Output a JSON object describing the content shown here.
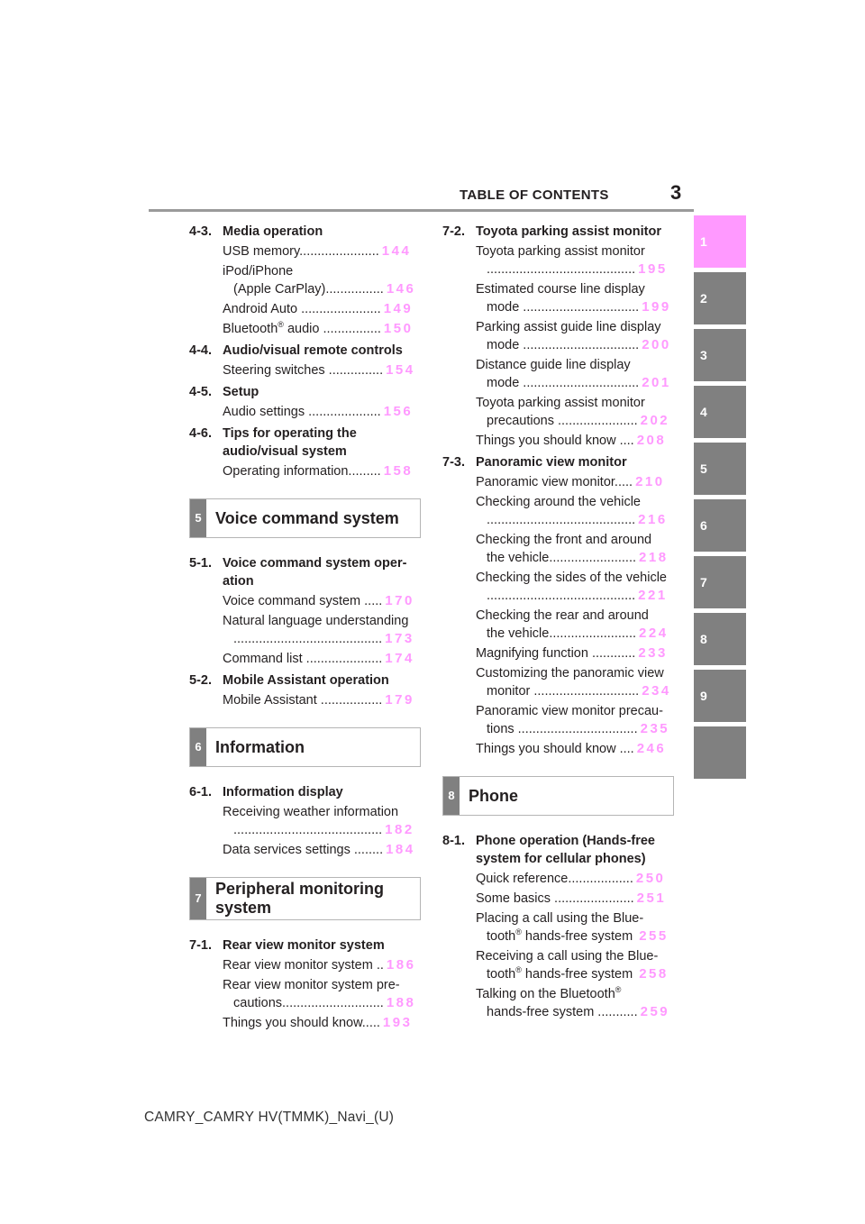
{
  "header": {
    "title": "TABLE OF CONTENTS",
    "page_number": "3"
  },
  "side_tabs": [
    "1",
    "2",
    "3",
    "4",
    "5",
    "6",
    "7",
    "8",
    "9",
    ""
  ],
  "left": {
    "s43": {
      "num": "4-3.",
      "title": "Media operation",
      "i1": {
        "text": "USB memory......................",
        "page": "144"
      },
      "i2": {
        "l1": "iPod/iPhone",
        "l2": "(Apple CarPlay)................",
        "page": "146"
      },
      "i3": {
        "text": "Android Auto ......................",
        "page": "149"
      },
      "i4": {
        "pre": "Bluetooth",
        "reg": "®",
        "post": " audio ................",
        "page": "150"
      }
    },
    "s44": {
      "num": "4-4.",
      "title": "Audio/visual remote controls",
      "i1": {
        "text": "Steering switches ...............",
        "page": "154"
      }
    },
    "s45": {
      "num": "4-5.",
      "title": "Setup",
      "i1": {
        "text": "Audio settings ....................",
        "page": "156"
      }
    },
    "s46": {
      "num": "4-6.",
      "title": "Tips for operating the audio/visual system",
      "i1": {
        "text": "Operating information.........",
        "page": "158"
      }
    },
    "box5": {
      "num": "5",
      "title": "Voice command system"
    },
    "s51": {
      "num": "5-1.",
      "title": "Voice command system oper-ation",
      "i1": {
        "text": "Voice command system .....",
        "page": "170"
      },
      "i2": {
        "l1": "Natural language understanding",
        "l2": ".........................................",
        "page": "173"
      },
      "i3": {
        "text": "Command list .....................",
        "page": "174"
      }
    },
    "s52": {
      "num": "5-2.",
      "title": "Mobile Assistant operation",
      "i1": {
        "text": "Mobile Assistant .................",
        "page": "179"
      }
    },
    "box6": {
      "num": "6",
      "title": "Information"
    },
    "s61": {
      "num": "6-1.",
      "title": "Information display",
      "i1": {
        "l1": "Receiving weather information",
        "l2": ".........................................",
        "page": "182"
      },
      "i2": {
        "text": "Data services settings ........",
        "page": "184"
      }
    },
    "box7": {
      "num": "7",
      "title": "Peripheral monitoring system"
    },
    "s71": {
      "num": "7-1.",
      "title": "Rear view monitor system",
      "i1": {
        "text": "Rear view monitor system ..",
        "page": "186"
      },
      "i2": {
        "l1": "Rear view monitor system pre-",
        "l2": "cautions............................",
        "page": "188"
      },
      "i3": {
        "text": "Things you should know.....",
        "page": "193"
      }
    }
  },
  "right": {
    "s72": {
      "num": "7-2.",
      "title": "Toyota parking assist monitor",
      "i1": {
        "l1": "Toyota parking assist monitor",
        "l2": ".........................................",
        "page": "195"
      },
      "i2": {
        "l1": "Estimated course line display",
        "l2": "mode ................................",
        "page": "199"
      },
      "i3": {
        "l1": "Parking assist guide line display",
        "l2": "mode ................................",
        "page": "200"
      },
      "i4": {
        "l1": "Distance guide line display",
        "l2": "mode ................................",
        "page": "201"
      },
      "i5": {
        "l1": "Toyota parking assist monitor",
        "l2": "precautions ......................",
        "page": "202"
      },
      "i6": {
        "text": "Things you should know ....",
        "page": "208"
      }
    },
    "s73": {
      "num": "7-3.",
      "title": "Panoramic view monitor",
      "i1": {
        "text": "Panoramic view monitor.....",
        "page": "210"
      },
      "i2": {
        "l1": "Checking around the vehicle",
        "l2": ".........................................",
        "page": "216"
      },
      "i3": {
        "l1": "Checking the front and around",
        "l2": "the vehicle........................",
        "page": "218"
      },
      "i4": {
        "l1": "Checking the sides of the vehicle",
        "l2": ".........................................",
        "page": "221"
      },
      "i5": {
        "l1": "Checking the rear and around",
        "l2": "the vehicle........................",
        "page": "224"
      },
      "i6": {
        "text": "Magnifying function ............",
        "page": "233"
      },
      "i7": {
        "l1": "Customizing the panoramic view",
        "l2": "monitor .............................",
        "page": "234"
      },
      "i8": {
        "l1": "Panoramic view monitor precau-",
        "l2": "tions .................................",
        "page": "235"
      },
      "i9": {
        "text": "Things you should know ....",
        "page": "246"
      }
    },
    "box8": {
      "num": "8",
      "title": "Phone"
    },
    "s81": {
      "num": "8-1.",
      "title": "Phone operation (Hands-free system for cellular phones)",
      "i1": {
        "text": "Quick reference..................",
        "page": "250"
      },
      "i2": {
        "text": "Some basics ......................",
        "page": "251"
      },
      "i3": {
        "l1": "Placing a call using the Blue-",
        "pre": "tooth",
        "reg": "®",
        "post": " hands-free system ",
        "page": "255"
      },
      "i4": {
        "l1": "Receiving a call using the Blue-",
        "pre": "tooth",
        "reg": "®",
        "post": " hands-free system ",
        "page": "258"
      },
      "i5": {
        "pre": "Talking on the Bluetooth",
        "reg": "®",
        "l2": "hands-free system ...........",
        "page": "259"
      }
    }
  },
  "footer": "CAMRY_CAMRY HV(TMMK)_Navi_(U)"
}
